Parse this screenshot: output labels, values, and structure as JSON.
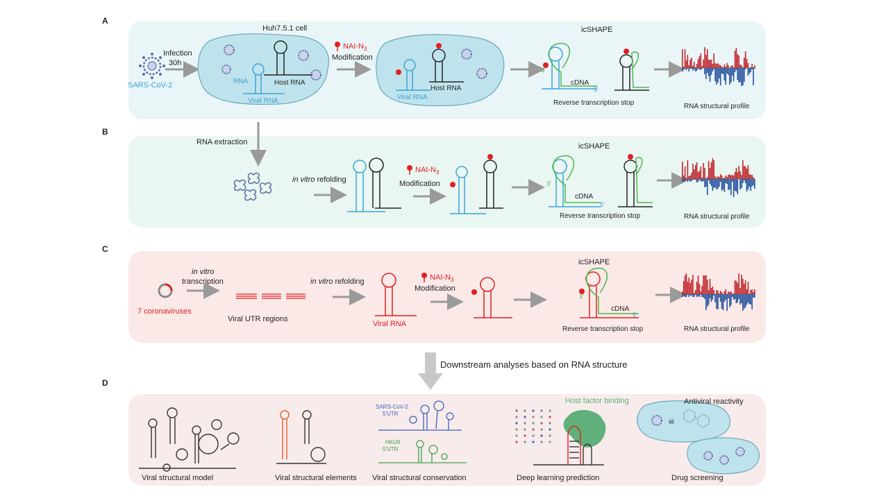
{
  "panels": {
    "A": {
      "letter": "A",
      "virus_label": "SARS-CoV-2",
      "infection_label": "Infection",
      "time_label": "30h",
      "cell_label": "Huh7.5.1 cell",
      "rna_label": "RNA",
      "host_rna_label": "Host RNA",
      "viral_rna_label": "Viral RNA",
      "reagent_label": "NAI-N",
      "reagent_sub": "3",
      "modification_label": "Modification",
      "host_rna_label_2": "Host RNA",
      "viral_rna_label_2": "Viral RNA",
      "method_label": "icSHAPE",
      "three_prime": "3'",
      "cdna_label": "cDNA",
      "five_prime": "5'",
      "rt_stop_label": "Reverse transcription stop",
      "profile_label": "RNA structural profile"
    },
    "B": {
      "letter": "B",
      "extraction_label": "RNA extraction",
      "refolding_italic": "in vitro",
      "refolding_label": " refolding",
      "reagent_label": "NAI-N",
      "reagent_sub": "3",
      "modification_label": "Modification",
      "method_label": "icSHAPE",
      "three_prime": "3'",
      "cdna_label": "cDNA",
      "five_prime": "5'",
      "rt_stop_label": "Reverse transcription stop",
      "profile_label": "RNA structural profile"
    },
    "C": {
      "letter": "C",
      "transcription_italic": "in vitro",
      "transcription_label": "transcription",
      "coronavirus_label": "7 coronaviruses",
      "utr_label": "Viral UTR regions",
      "refolding_italic": "in vitro",
      "refolding_label": " refolding",
      "viral_rna_label": "Viral RNA",
      "reagent_label": "NAI-N",
      "reagent_sub": "3",
      "modification_label": "Modification",
      "method_label": "icSHAPE",
      "three_prime": "3'",
      "cdna_label": "cDNA",
      "five_prime": "5'",
      "rt_stop_label": "Reverse transcription stop",
      "profile_label": "RNA structural profile"
    },
    "downstream_label": "Downstream analyses based on RNA structure",
    "D": {
      "letter": "D",
      "items": [
        {
          "label": "Viral structural model"
        },
        {
          "label": "Viral structural elements"
        },
        {
          "label": "Viral structural conservation"
        },
        {
          "label": "Deep learning prediction"
        },
        {
          "label": "Drug screening"
        }
      ],
      "sars_label_1": "SARS-CoV-2",
      "sars_label_2": "5'UTR",
      "hku9_label_1": "HKU9",
      "hku9_label_2": "5'UTR",
      "host_factor_label": "Host factor binding",
      "antiviral_label": "Antiviral reactivity"
    }
  },
  "colors": {
    "panel_a_bg": "#eaf5f8",
    "panel_b_bg": "#e9f6f1",
    "panel_c_bg": "#fbe9e7",
    "panel_d_bg": "#f8ebeb",
    "viral_rna": "#3aa3d8",
    "host_rna": "#222222",
    "probe_red": "#e02020",
    "cdna_green": "#4db84d",
    "profile_red": "#c0262c",
    "profile_blue": "#2452a0",
    "arrow_gray": "#9a9a9a",
    "cell_fill": "#bfe3ec",
    "host_factor": "#5fb07a"
  }
}
